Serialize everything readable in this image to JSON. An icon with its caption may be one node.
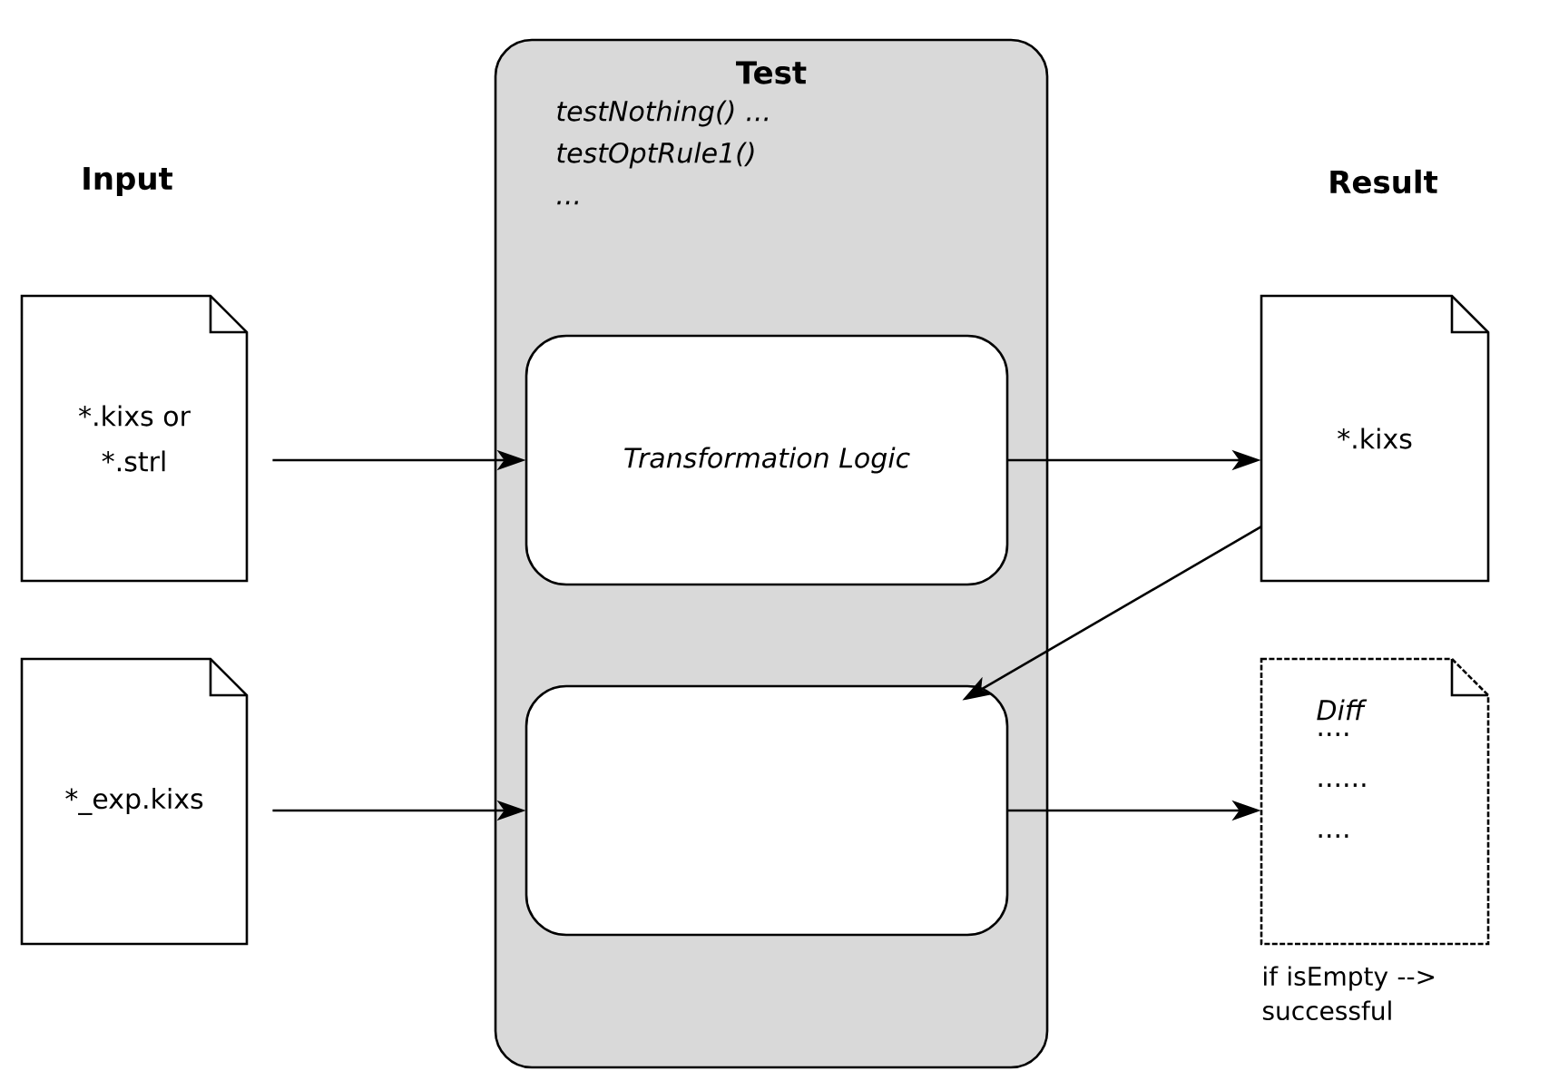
{
  "diagram": {
    "nodes": [
      {
        "text": [
          "Test",
          "testNothing() ... testOptRule1() ..."
        ]
      },
      {
        "text": [
          "Transformation Logic"
        ],
        "in": 0
      },
      {
        "text": [],
        "shape": "box",
        "in": 0
      },
      {
        "text": [
          "*.kixs or *.strl"
        ]
      },
      {
        "text": [
          "*_exp.kixs"
        ]
      },
      {
        "text": [
          "*.kixs"
        ]
      },
      {
        "text": [
          "Diff",
          ".... ...... ...."
        ],
        "beside": [
          "if isEmpty --> successful"
        ]
      }
    ],
    "edges": [
      {
        "from": 3,
        "to": 1,
        "arrow": "to"
      },
      {
        "from": 1,
        "to": 5,
        "arrow": "to"
      },
      {
        "from": 5,
        "to": 2,
        "arrow": "to"
      },
      {
        "from": 4,
        "to": 2,
        "arrow": "to"
      },
      {
        "from": 2,
        "to": 6,
        "arrow": "to"
      }
    ],
    "labels": [
      "Input",
      "Result"
    ]
  }
}
